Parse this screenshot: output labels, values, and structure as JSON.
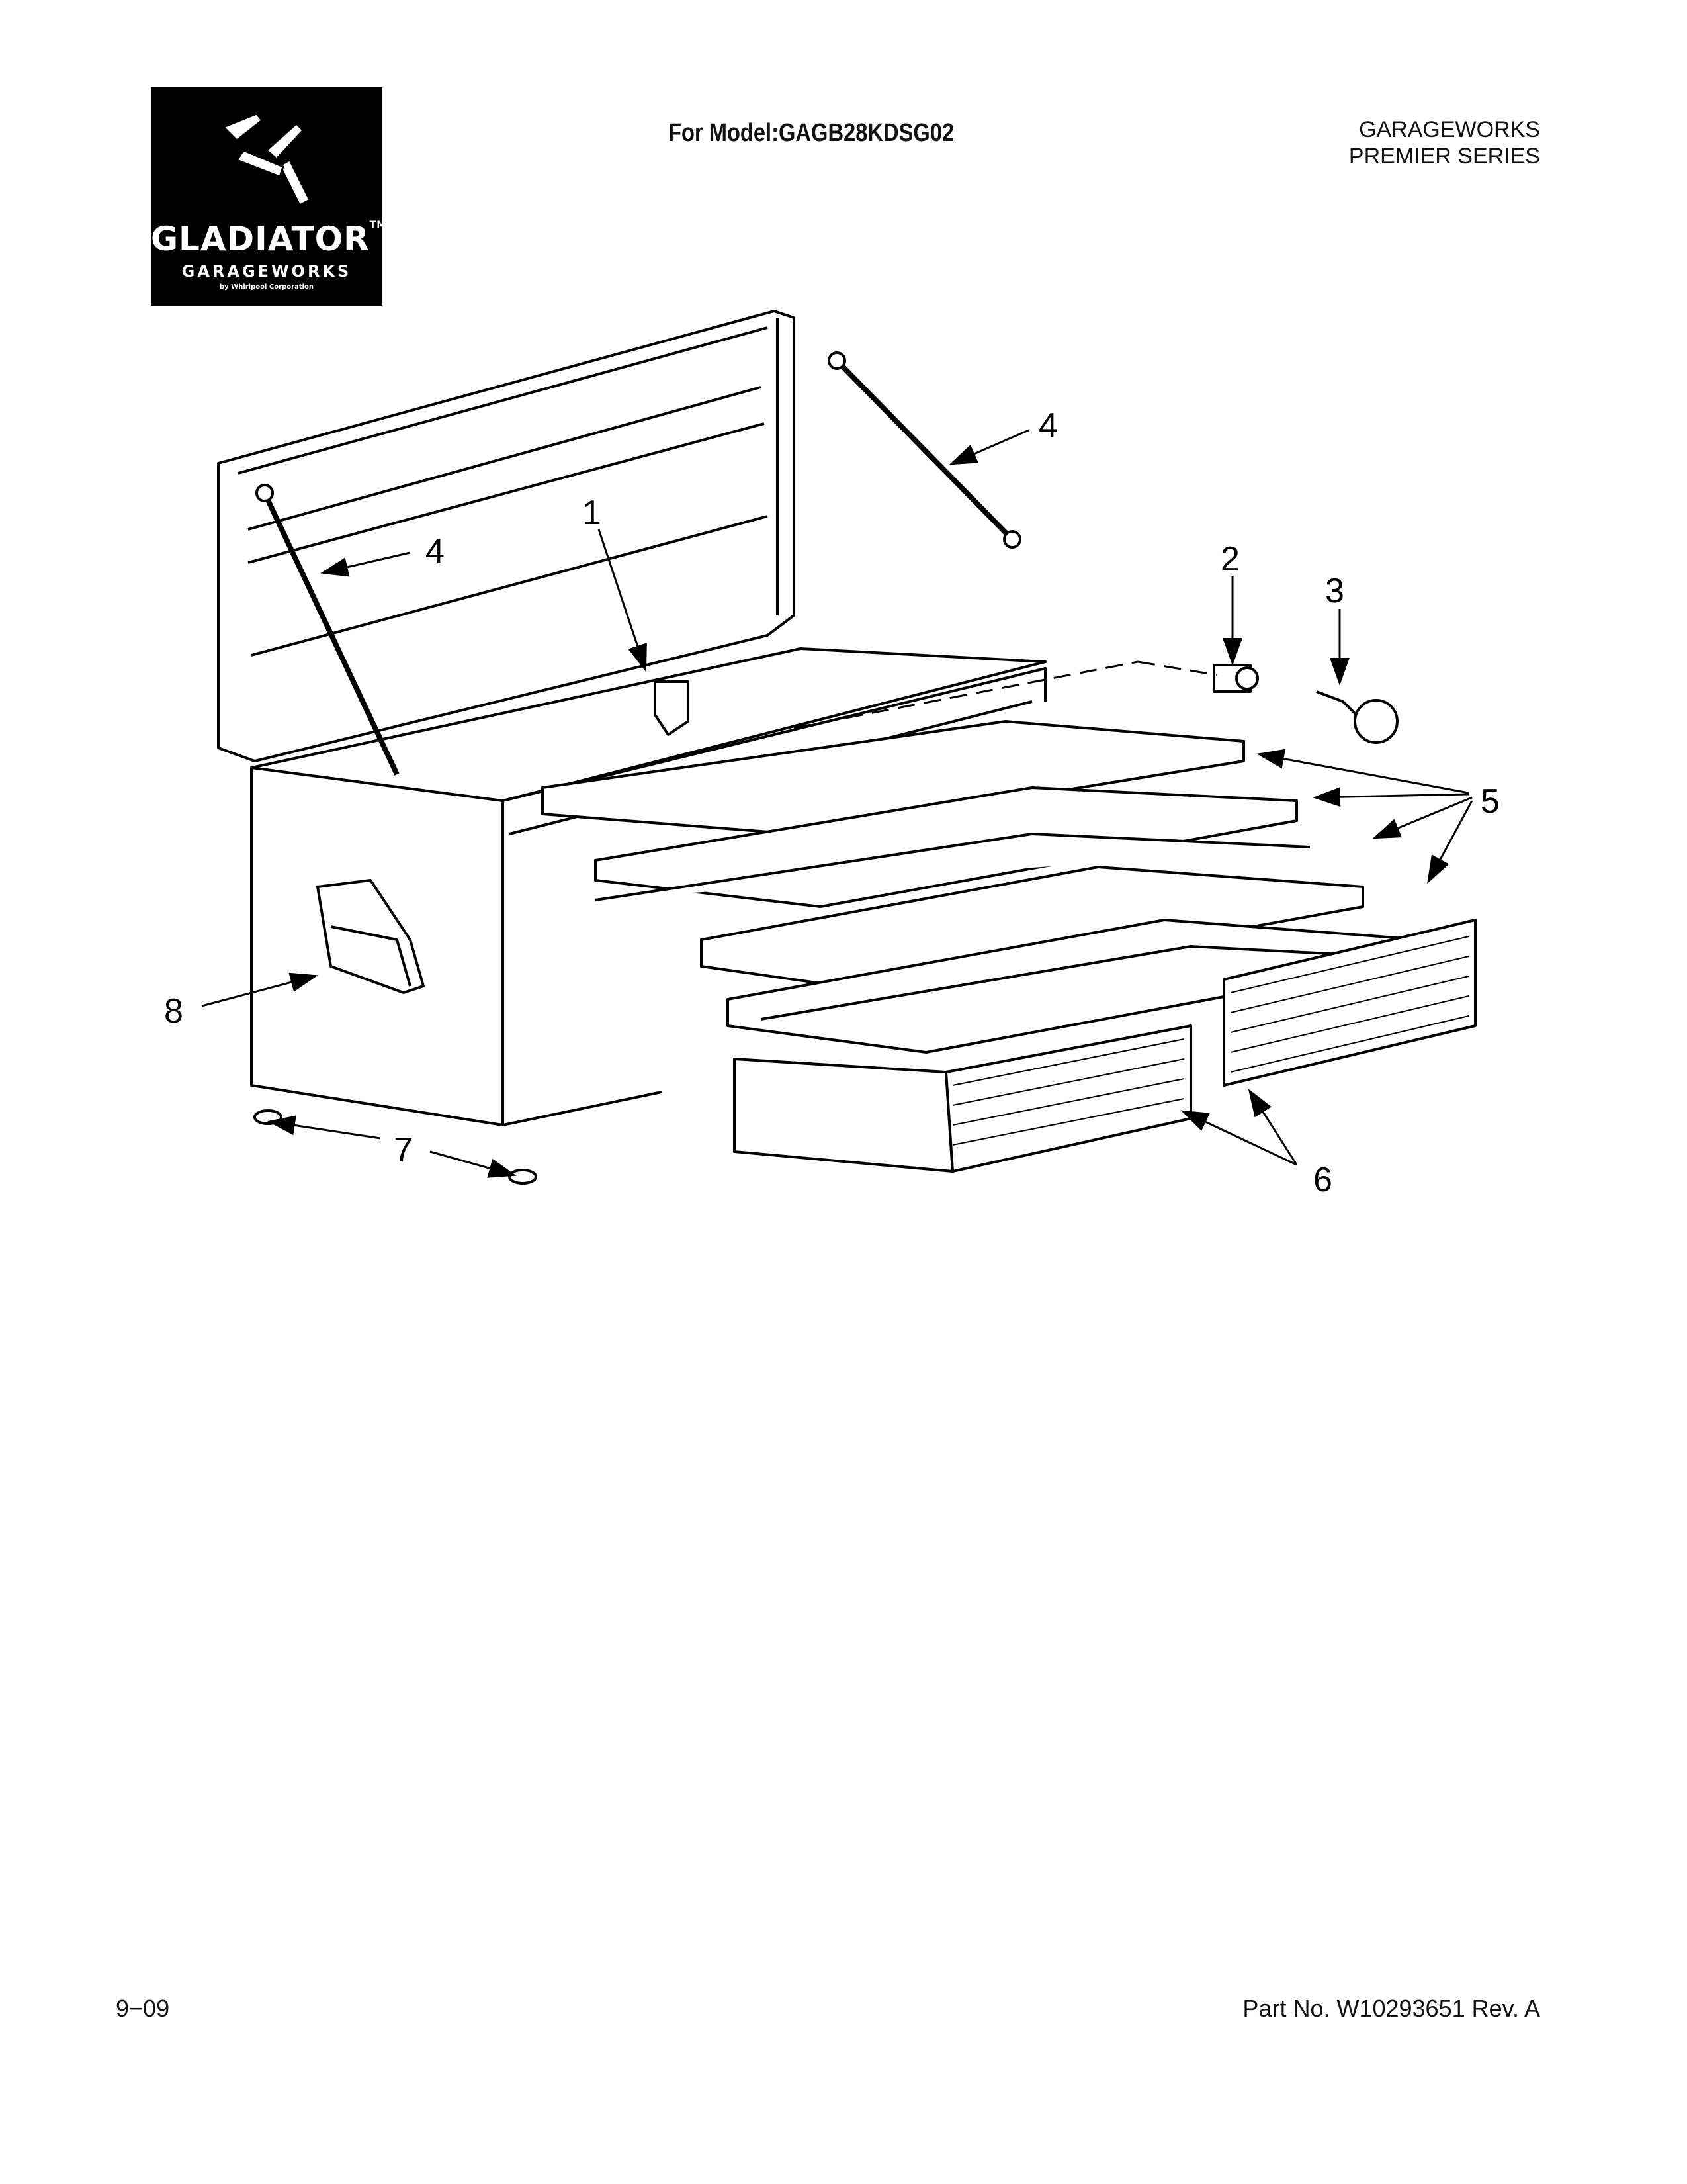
{
  "header": {
    "logo_brand": "GLADIATOR",
    "logo_trademark": "TM",
    "logo_subtitle": "GARAGEWORKS",
    "logo_by": "by Whirlpool Corporation",
    "model": "For Model:GAGB28KDSG02",
    "series_line1": "GARAGEWORKS",
    "series_line2": "PREMIER SERIES"
  },
  "callouts": {
    "c1": "1",
    "c2": "2",
    "c3": "3",
    "c4a": "4",
    "c4b": "4",
    "c5": "5",
    "c6": "6",
    "c7": "7",
    "c8": "8"
  },
  "footer": {
    "date": "9−09",
    "part_number": "Part No. W10293651 Rev. A"
  },
  "colors": {
    "ink": "#000000",
    "paper": "#ffffff"
  }
}
